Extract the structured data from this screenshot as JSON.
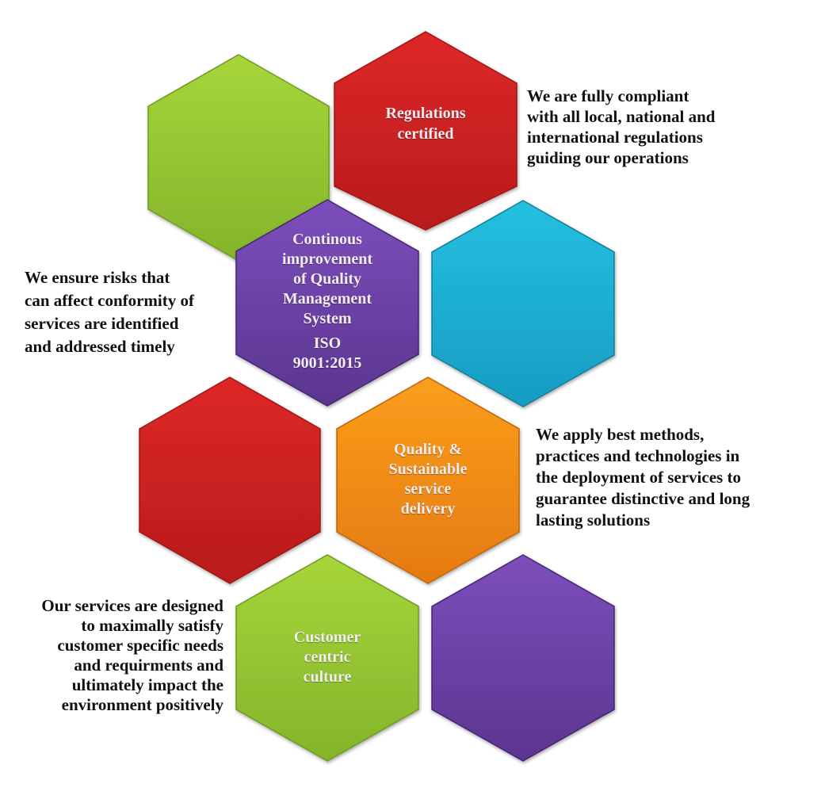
{
  "colors": {
    "green": "#94c531",
    "red": "#cf2020",
    "purple": "#6a3fa3",
    "cyan": "#1fb0d4",
    "orange": "#f48d14",
    "label_text": "#f3ecf0",
    "description_text": "#111111",
    "background": "#ffffff"
  },
  "hexagons": [
    {
      "id": "green-top",
      "color": "green",
      "label": []
    },
    {
      "id": "red-top",
      "color": "red",
      "label": [
        "Regulations",
        "certified"
      ]
    },
    {
      "id": "purple-mid",
      "color": "purple",
      "label": [
        "Continous",
        "improvement",
        "of Quality",
        "Management",
        "System"
      ],
      "sublabel": [
        "ISO",
        "9001:2015"
      ]
    },
    {
      "id": "cyan-mid",
      "color": "cyan",
      "label": []
    },
    {
      "id": "red-lower",
      "color": "red",
      "label": []
    },
    {
      "id": "orange-lower",
      "color": "orange",
      "label": [
        "Quality &",
        "Sustainable",
        "service",
        "delivery"
      ]
    },
    {
      "id": "green-bottom",
      "color": "green",
      "label": [
        "Customer",
        "centric",
        "culture"
      ]
    },
    {
      "id": "purple-bottom",
      "color": "purple",
      "label": []
    }
  ],
  "descriptions": {
    "regulations": [
      "We are fully compliant",
      "with all local, national and",
      "international regulations",
      "guiding our operations"
    ],
    "continuous_improvement": [
      "We ensure risks that",
      "can affect conformity of",
      "services are identified",
      "and addressed timely"
    ],
    "quality_delivery": [
      "We apply best methods,",
      "practices and technologies in",
      "the deployment of services to",
      "guarantee distinctive and long",
      "lasting solutions"
    ],
    "customer_centric": [
      "Our services are designed",
      "to maximally satisfy",
      "customer specific needs",
      "and requirments and",
      "ultimately impact the",
      "environment positively"
    ]
  }
}
